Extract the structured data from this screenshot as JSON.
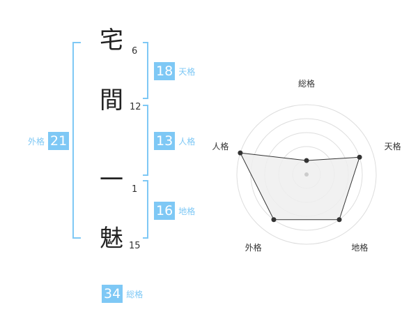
{
  "name": {
    "chars": [
      {
        "char": "宅",
        "strokes": "6"
      },
      {
        "char": "間",
        "strokes": "12"
      },
      {
        "char": "一",
        "strokes": "1"
      },
      {
        "char": "魅",
        "strokes": "15"
      }
    ]
  },
  "fortunes": {
    "tenkaku": {
      "value": "18",
      "label": "天格"
    },
    "jinkaku": {
      "value": "13",
      "label": "人格"
    },
    "chikaku": {
      "value": "16",
      "label": "地格"
    },
    "gaikaku": {
      "value": "21",
      "label": "外格"
    },
    "soukaku": {
      "value": "34",
      "label": "総格"
    }
  },
  "colors": {
    "accent": "#7ec8f5",
    "radar_fill": "#eeeeee",
    "radar_line": "#333333",
    "grid": "#dddddd"
  },
  "chart_data": {
    "type": "radar",
    "axes": [
      "総格",
      "天格",
      "地格",
      "外格",
      "人格"
    ],
    "values": [
      1,
      4,
      4,
      4,
      5
    ],
    "max": 5
  }
}
